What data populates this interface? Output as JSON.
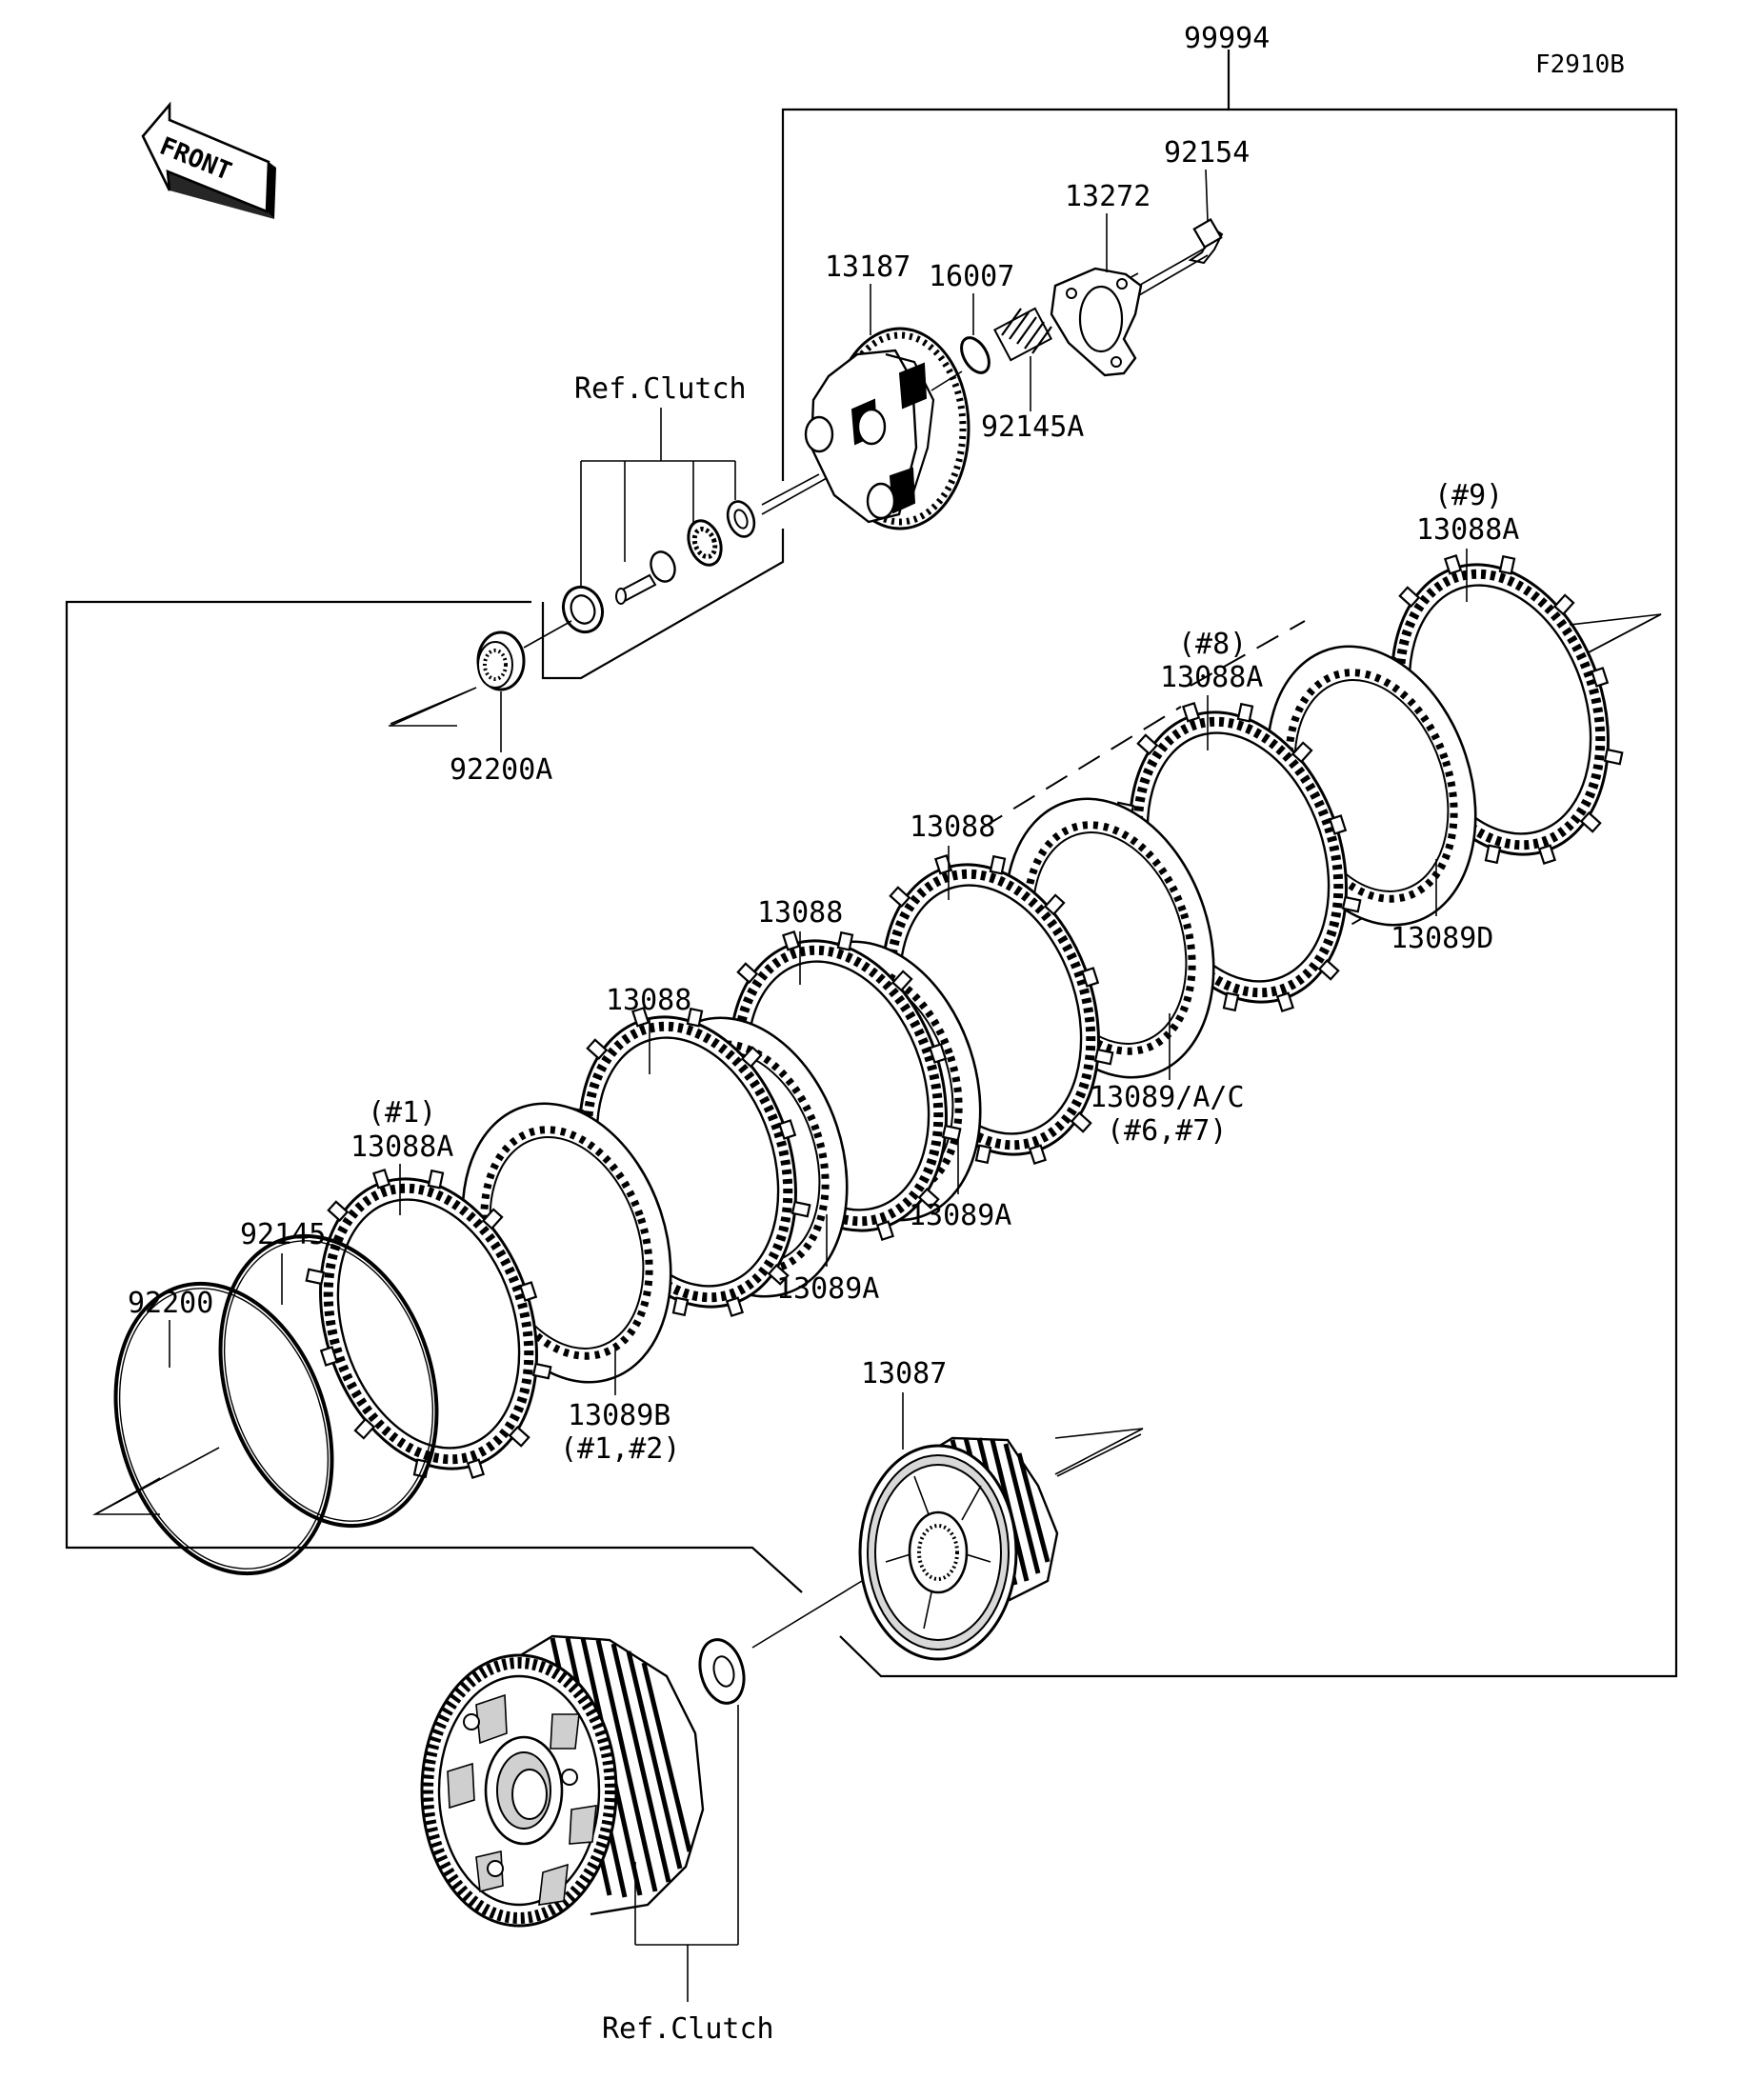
{
  "figure_code": "F2910B",
  "front_label": "FRONT",
  "labels": {
    "p99994": "99994",
    "p92154": "92154",
    "p13272": "13272",
    "p13187": "13187",
    "p16007": "16007",
    "p92145A": "92145A",
    "ref_clutch_top": "Ref.Clutch",
    "p92200A": "92200A",
    "p13088A_9_note": "(#9)",
    "p13088A_9": "13088A",
    "p13088A_8_note": "(#8)",
    "p13088A_8": "13088A",
    "p13089D": "13089D",
    "p13088_a": "13088",
    "p13088_b": "13088",
    "p13088_c": "13088",
    "p13089AC": "13089/A/C",
    "p13089AC_note": "(#6,#7)",
    "p13089A_a": "13089A",
    "p13089A_b": "13089A",
    "p13088A_1_note": "(#1)",
    "p13088A_1": "13088A",
    "p92145": "92145",
    "p92200": "92200",
    "p13089B": "13089B",
    "p13089B_note": "(#1,#2)",
    "p13087": "13087",
    "ref_clutch_bottom": "Ref.Clutch"
  }
}
